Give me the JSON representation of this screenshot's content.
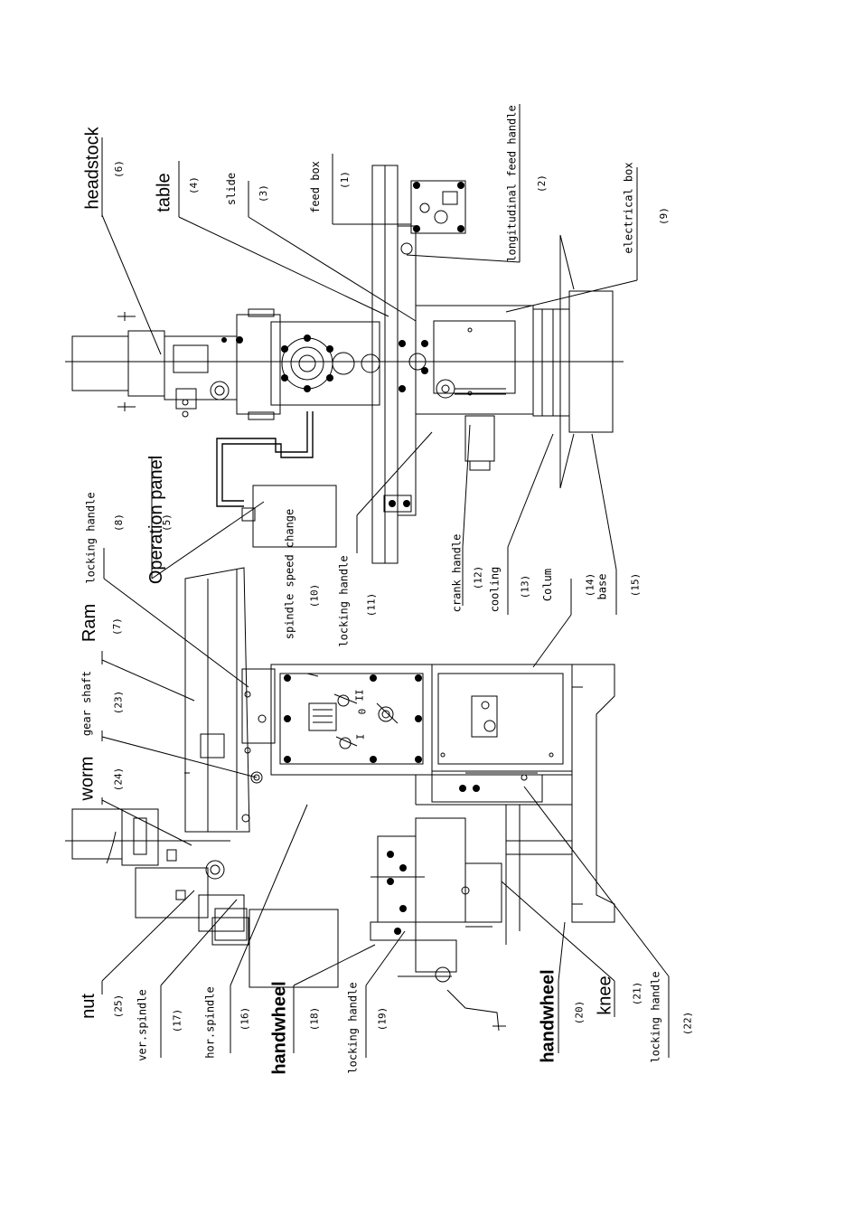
{
  "top_view": {
    "labels": [
      {
        "id": "headstock",
        "text": "headstock",
        "num": "(6)"
      },
      {
        "id": "table",
        "text": "table",
        "num": "(4)"
      },
      {
        "id": "slide",
        "text": "slide",
        "num": "(3)"
      },
      {
        "id": "feed-box",
        "text": "feed box",
        "num": "(1)"
      },
      {
        "id": "longitudinal-feed-handle",
        "text": "longitudinal feed handle",
        "num": "(2)"
      },
      {
        "id": "electrical-box",
        "text": "electrical box",
        "num": "(9)"
      },
      {
        "id": "locking-handle-8",
        "text": "locking handle",
        "num": "(8)"
      },
      {
        "id": "operation-panel",
        "text": "Operation panel",
        "num": "(5)"
      },
      {
        "id": "spindle-speed-change",
        "text": "spindle speed change",
        "num": "(10)"
      },
      {
        "id": "locking-handle-11",
        "text": "locking handle",
        "num": "(11)"
      },
      {
        "id": "crank-handle",
        "text": "crank handle",
        "num": "(12)"
      },
      {
        "id": "cooling",
        "text": "cooling",
        "num": "(13)"
      },
      {
        "id": "colum",
        "text": "Colum",
        "num": "(14)"
      },
      {
        "id": "base",
        "text": "base",
        "num": "(15)"
      }
    ]
  },
  "side_view": {
    "labels": [
      {
        "id": "ram",
        "text": "Ram",
        "num": "(7)"
      },
      {
        "id": "gear-shaft",
        "text": "gear shaft",
        "num": "(23)"
      },
      {
        "id": "worm",
        "text": "worm",
        "num": "(24)"
      },
      {
        "id": "nut",
        "text": "nut",
        "num": "(25)"
      },
      {
        "id": "ver-spindle",
        "text": "ver.spindle",
        "num": "(17)"
      },
      {
        "id": "hor-spindle",
        "text": "hor.spindle",
        "num": "(16)"
      },
      {
        "id": "handwheel-18",
        "text": "handwheel",
        "num": "(18)"
      },
      {
        "id": "locking-handle-19",
        "text": "locking handle",
        "num": "(19)"
      },
      {
        "id": "handwheel-20",
        "text": "handwheel",
        "num": "(20)"
      },
      {
        "id": "knee",
        "text": "knee",
        "num": "(21)"
      },
      {
        "id": "locking-handle-22",
        "text": "locking handle",
        "num": "(22)"
      }
    ]
  },
  "panel_marks": {
    "left": "I",
    "right": "II",
    "zero": "0"
  }
}
